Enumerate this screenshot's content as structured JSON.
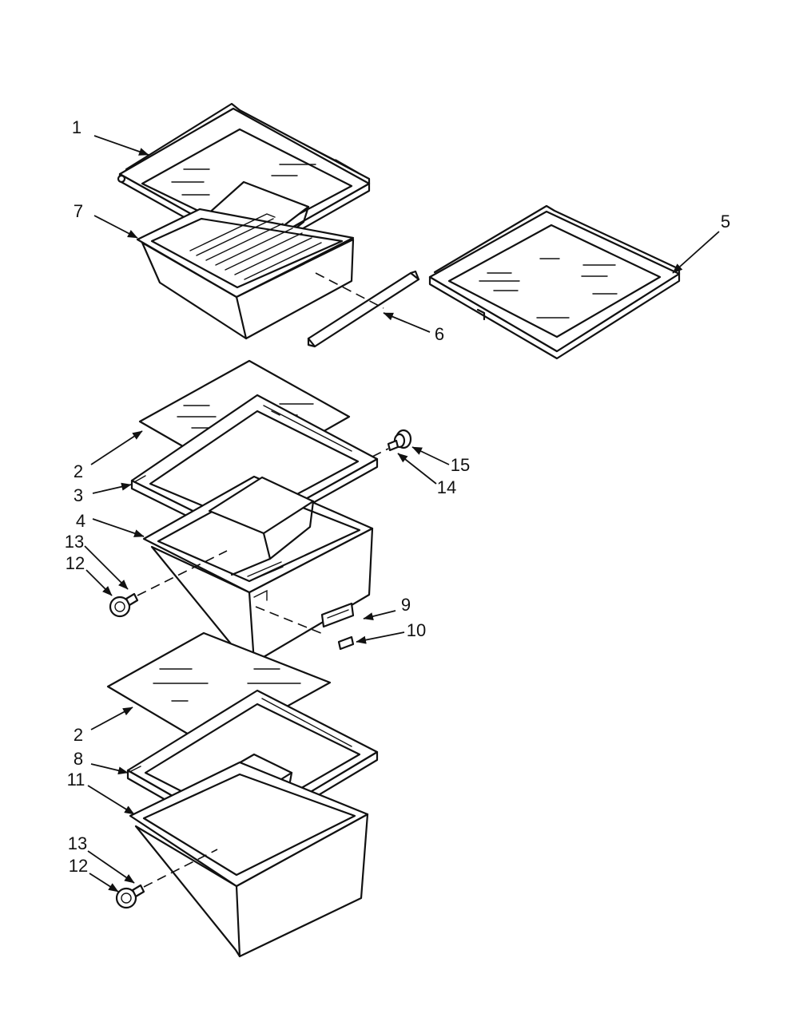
{
  "callouts": [
    "1",
    "7",
    "5",
    "6",
    "2",
    "3",
    "15",
    "14",
    "4",
    "13",
    "12",
    "9",
    "10",
    "2",
    "8",
    "11",
    "13",
    "12"
  ]
}
